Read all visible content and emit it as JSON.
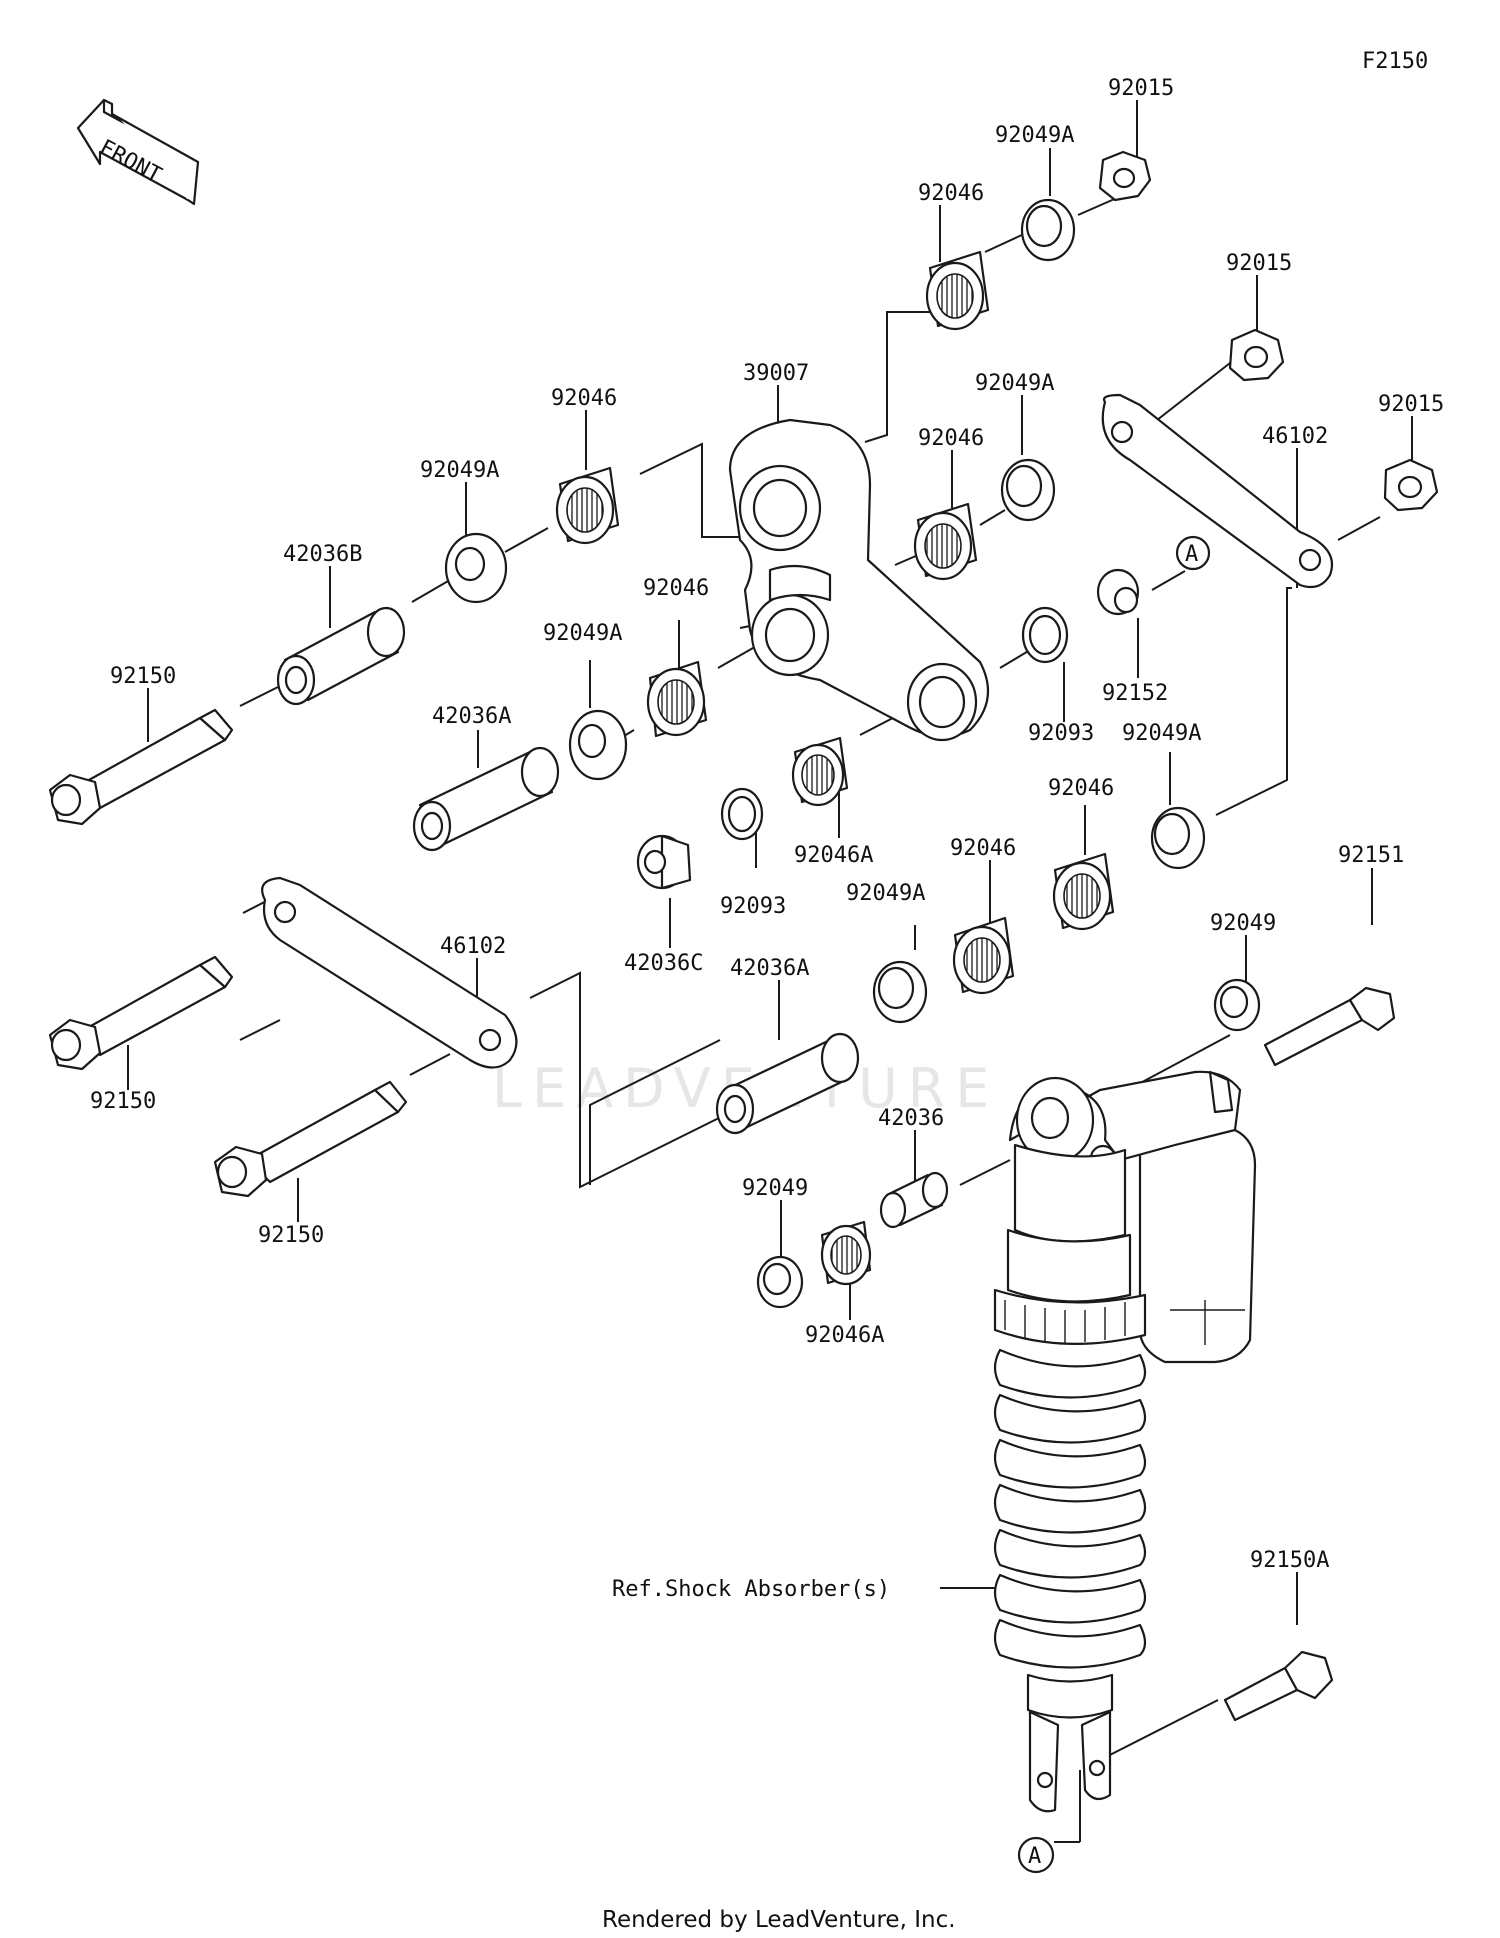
{
  "diagram_code": "F2150",
  "front_label": "FRONT",
  "marker_label": "A",
  "watermark": "LEADVENTURE",
  "reference_label": "Ref.Shock Absorber(s)",
  "footer": "Rendered by LeadVenture, Inc.",
  "callouts": [
    {
      "id": "c01",
      "text": "92015"
    },
    {
      "id": "c02",
      "text": "92049A"
    },
    {
      "id": "c03",
      "text": "92046"
    },
    {
      "id": "c04",
      "text": "92015"
    },
    {
      "id": "c05",
      "text": "92015"
    },
    {
      "id": "c06",
      "text": "39007"
    },
    {
      "id": "c07",
      "text": "92049A"
    },
    {
      "id": "c08",
      "text": "92046"
    },
    {
      "id": "c09",
      "text": "46102"
    },
    {
      "id": "c10",
      "text": "92046"
    },
    {
      "id": "c11",
      "text": "92049A"
    },
    {
      "id": "c12",
      "text": "42036B"
    },
    {
      "id": "c13",
      "text": "92046"
    },
    {
      "id": "c14",
      "text": "92049A"
    },
    {
      "id": "c15",
      "text": "92150"
    },
    {
      "id": "c16",
      "text": "42036A"
    },
    {
      "id": "c17",
      "text": "92152"
    },
    {
      "id": "c18",
      "text": "92093"
    },
    {
      "id": "c19",
      "text": "92049A"
    },
    {
      "id": "c20",
      "text": "92046"
    },
    {
      "id": "c21",
      "text": "92046A"
    },
    {
      "id": "c22",
      "text": "92093"
    },
    {
      "id": "c23",
      "text": "92046"
    },
    {
      "id": "c24",
      "text": "92151"
    },
    {
      "id": "c25",
      "text": "92049A"
    },
    {
      "id": "c26",
      "text": "46102"
    },
    {
      "id": "c27",
      "text": "92049"
    },
    {
      "id": "c28",
      "text": "42036C"
    },
    {
      "id": "c29",
      "text": "42036A"
    },
    {
      "id": "c30",
      "text": "92150"
    },
    {
      "id": "c31",
      "text": "42036"
    },
    {
      "id": "c32",
      "text": "92049"
    },
    {
      "id": "c33",
      "text": "92150"
    },
    {
      "id": "c34",
      "text": "92046A"
    },
    {
      "id": "c35",
      "text": "92150A"
    }
  ]
}
